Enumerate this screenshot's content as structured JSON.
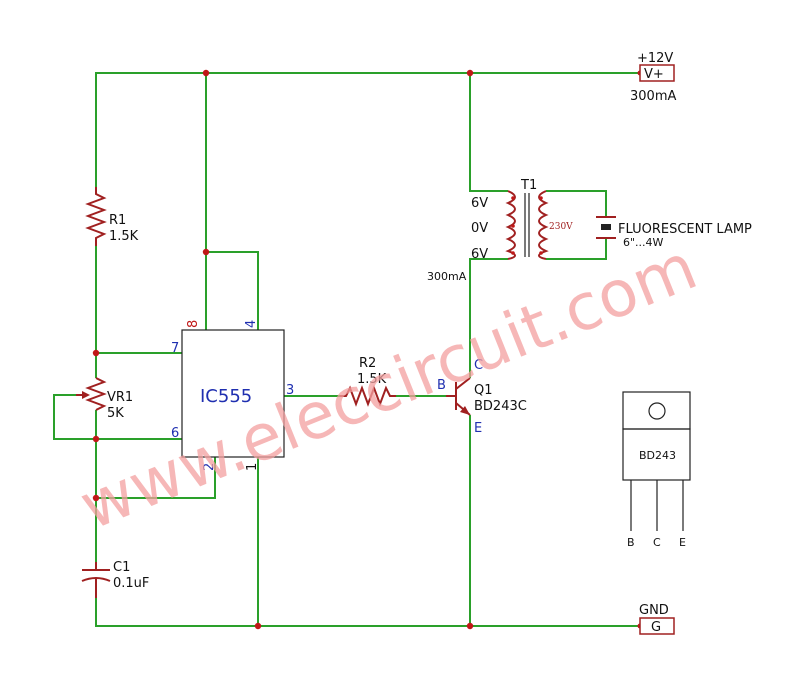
{
  "power": {
    "supply_label": "+12V",
    "supply_port": "V+",
    "supply_current": "300mA",
    "ground_label": "GND",
    "ground_port": "G"
  },
  "r1": {
    "ref": "R1",
    "value": "1.5K"
  },
  "vr1": {
    "ref": "VR1",
    "value": "5K"
  },
  "c1": {
    "ref": "C1",
    "value": "0.1uF"
  },
  "ic": {
    "name": "IC555",
    "pins": {
      "p8": "8",
      "p4": "4",
      "p7": "7",
      "p6": "6",
      "p3": "3",
      "p2": "2",
      "p1": "1"
    }
  },
  "r2": {
    "ref": "R2",
    "value": "1.5K"
  },
  "q1": {
    "ref": "Q1",
    "part": "BD243C",
    "b": "B",
    "c": "C",
    "e": "E"
  },
  "t1": {
    "ref": "T1",
    "tap_top": "6V",
    "tap_mid": "0V",
    "tap_bot": "6V",
    "secondary": "230V",
    "current": "300mA"
  },
  "lamp": {
    "label": "FLUORESCENT LAMP",
    "rating": "6\"...4W"
  },
  "package": {
    "part": "BD243",
    "leads": [
      "B",
      "C",
      "E"
    ]
  },
  "watermark": "www.eleccircuit.com",
  "colors": {
    "wire": "#2aa02a",
    "component": "#a02020",
    "pin_text": "#1f2fb0",
    "node": "#c01818",
    "watermark": "#f4a0a0"
  }
}
